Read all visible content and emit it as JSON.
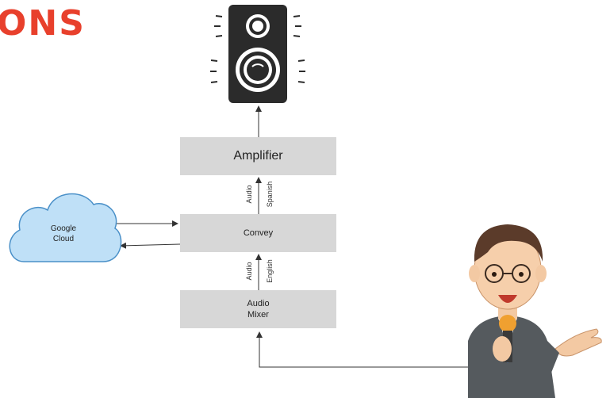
{
  "heading": "ONS",
  "nodes": {
    "amplifier": "Amplifier",
    "convey": "Convey",
    "mixer_line1": "Audio",
    "mixer_line2": "Mixer",
    "cloud_line1": "Google",
    "cloud_line2": "Cloud"
  },
  "edge_labels": {
    "upper_audio": "Audio",
    "upper_lang": "Spanish",
    "lower_audio": "Audio",
    "lower_lang": "English"
  },
  "colors": {
    "heading": "#e8402c",
    "box": "#d7d7d7",
    "cloud_fill": "#bfe0f7",
    "cloud_stroke": "#4a90c8",
    "speaker": "#2b2b2b"
  },
  "icons": [
    "speaker-icon",
    "cloud-icon",
    "presenter-illustration"
  ]
}
